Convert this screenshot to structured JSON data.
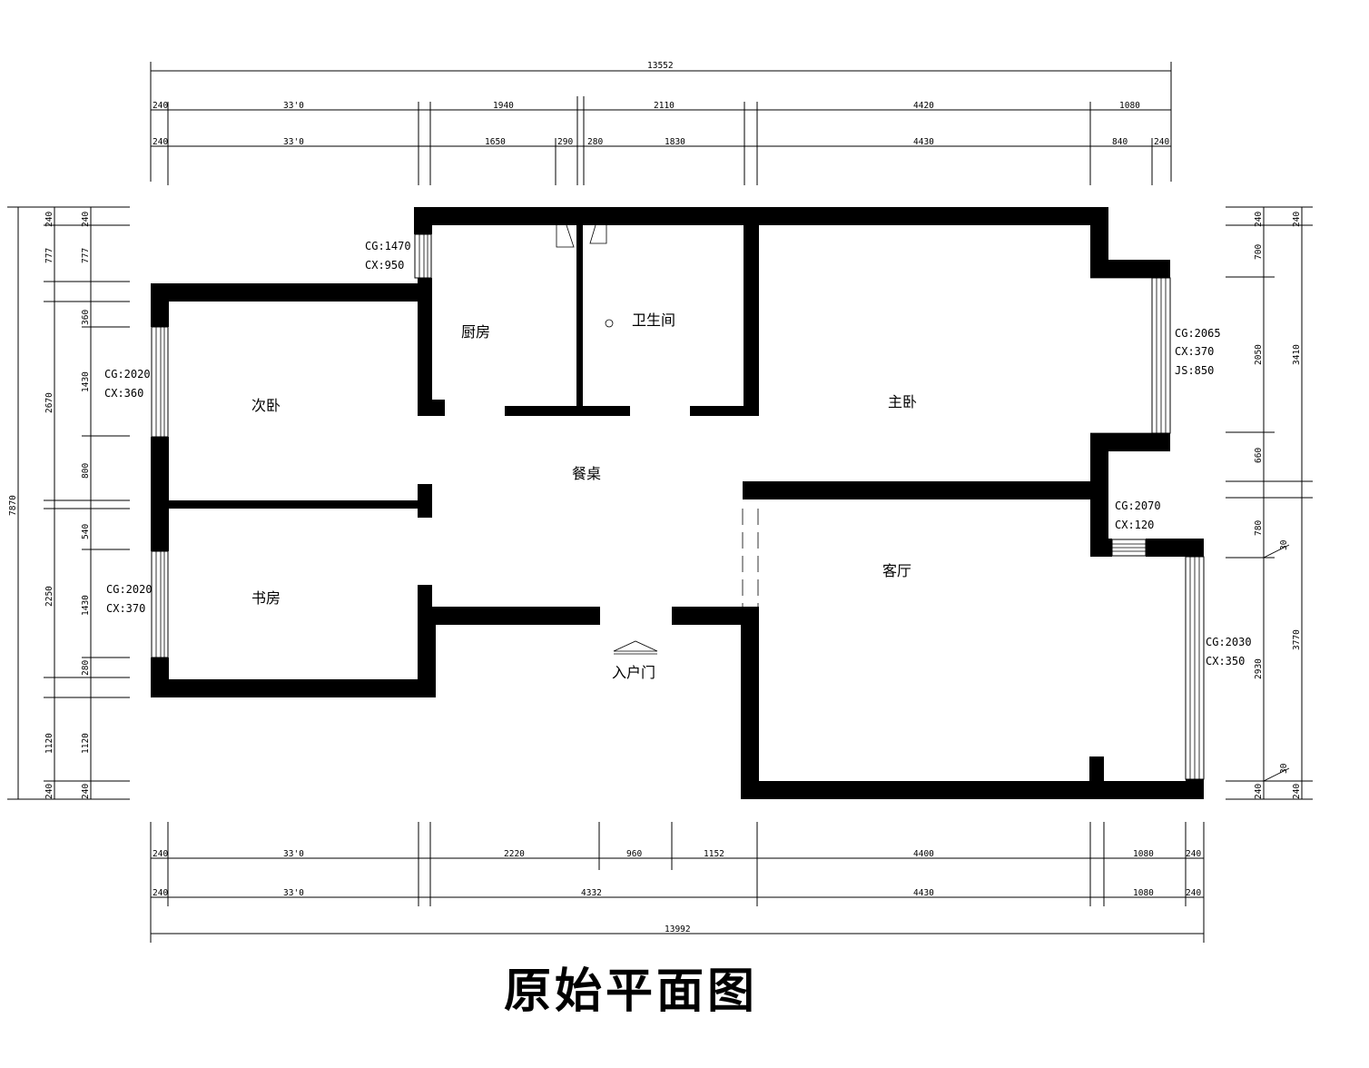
{
  "title": "原始平面图",
  "rooms": {
    "kitchen": "厨房",
    "bathroom": "卫生间",
    "second_bedroom": "次卧",
    "master_bedroom": "主卧",
    "dining_table": "餐桌",
    "study": "书房",
    "living_room": "客厅",
    "entrance": "入户门"
  },
  "windows": {
    "kitchen_window": [
      "CG:1470",
      "CX:950"
    ],
    "second_bedroom_window": [
      "CG:2020",
      "CX:360"
    ],
    "study_window": [
      "CG:2020",
      "CX:370"
    ],
    "master_bay_window": [
      "CG:2065",
      "CX:370",
      "JS:850"
    ],
    "living_small_window": [
      "CG:2070",
      "CX:120"
    ],
    "living_window": [
      "CG:2030",
      "CX:350"
    ]
  },
  "dimensions": {
    "top_total": "13552",
    "top_row1": [
      "240",
      "33'0",
      "1940",
      "2110",
      "4420",
      "1080"
    ],
    "top_row2": [
      "240",
      "33'0",
      "1650",
      "290",
      "280",
      "1830",
      "4430",
      "840",
      "240"
    ],
    "bottom_row1": [
      "240",
      "33'0",
      "2220",
      "960",
      "1152",
      "4400",
      "1080",
      "240"
    ],
    "bottom_row2": [
      "240",
      "33'0",
      "4332",
      "4430",
      "1080",
      "240"
    ],
    "bottom_total": "13992",
    "left_total": "7870",
    "left_outer": [
      "240",
      "777",
      "2670",
      "2250",
      "1120",
      "240"
    ],
    "left_inner": [
      "240",
      "777",
      "360",
      "1430",
      "800",
      "540",
      "1430",
      "280",
      "1120",
      "240"
    ],
    "right_inner": [
      "240",
      "700",
      "2050",
      "660",
      "780",
      "30",
      "2930",
      "30",
      "240"
    ],
    "right_outer": [
      "240",
      "3410",
      "3770",
      "240"
    ]
  }
}
